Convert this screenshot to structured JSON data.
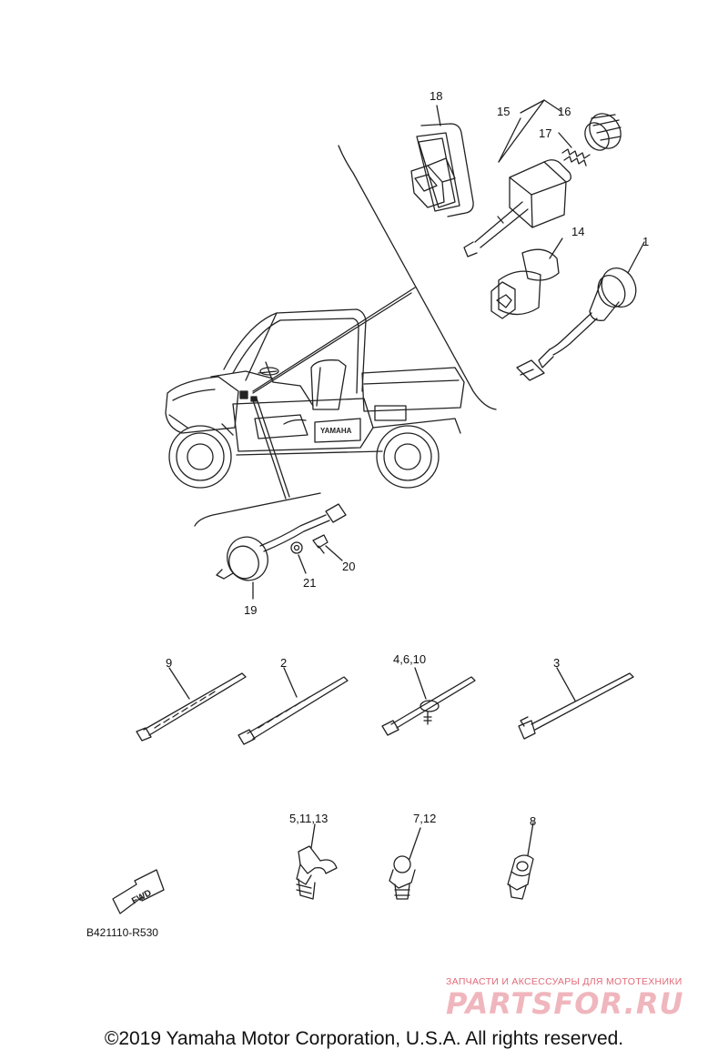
{
  "callouts": {
    "c1": "1",
    "c14": "14",
    "c15": "15",
    "c16": "16",
    "c17": "17",
    "c18": "18",
    "c19": "19",
    "c20": "20",
    "c21": "21",
    "c9": "9",
    "c2": "2",
    "c4_6_10": "4,6,10",
    "c3": "3",
    "c5_11_13": "5,11,13",
    "c7_12": "7,12",
    "c8": "8"
  },
  "vehicle_badge": "YAMAHA",
  "fwd_label": "FWD",
  "reference_code": "B421110-R530",
  "copyright": "©2019 Yamaha Motor Corporation, U.S.A. All rights reserved.",
  "watermark": {
    "tagline": "ЗАПЧАСТИ И АКСЕССУАРЫ ДЛЯ МОТОТЕХНИКИ",
    "logo": "PARTSFOR.RU"
  }
}
